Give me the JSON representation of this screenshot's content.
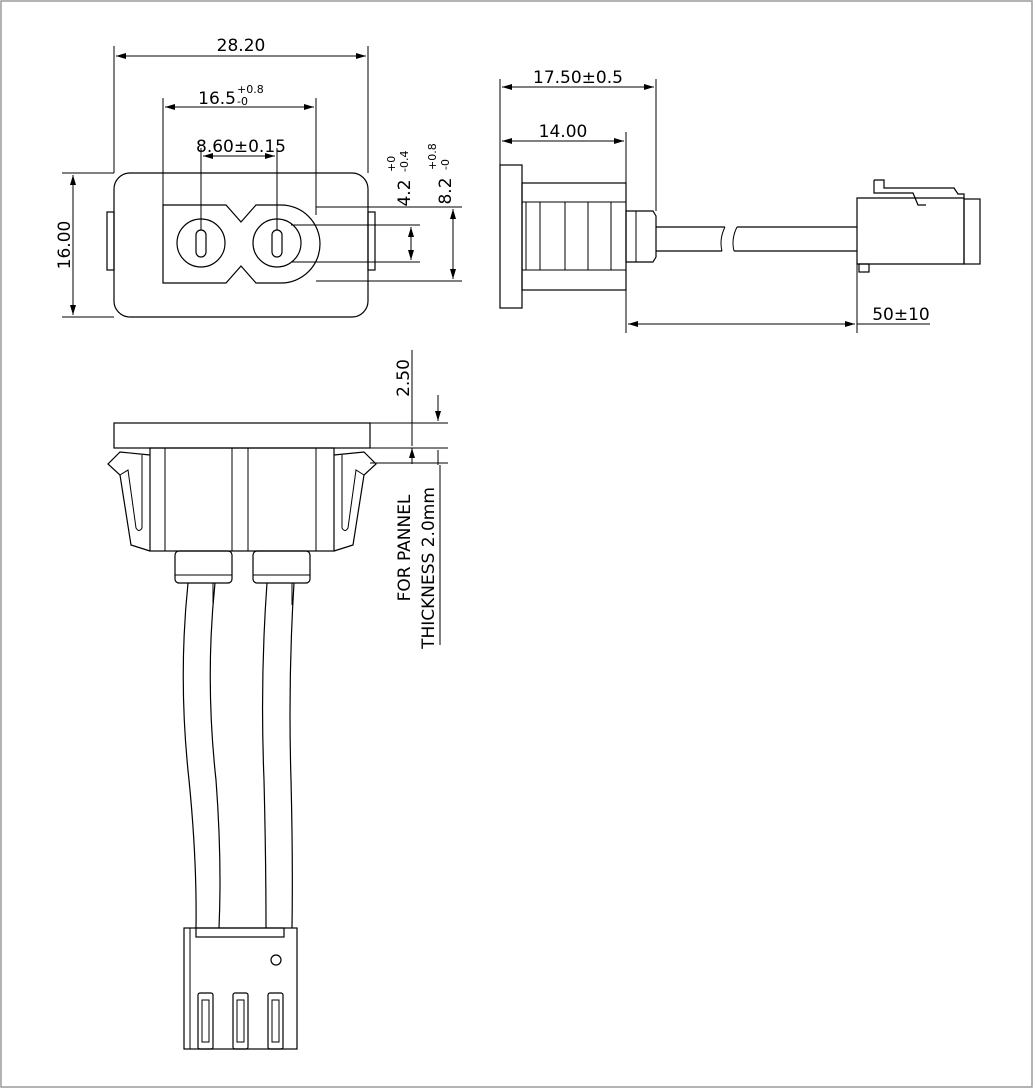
{
  "front_view": {
    "width_overall": "28.20",
    "width_inner_main": "16.5",
    "width_inner_tol_plus": "+0.8",
    "width_inner_tol_minus": "-0",
    "pin_pitch": "8.60±0.15",
    "height_overall": "16.00",
    "height_a_main": "4.2",
    "height_a_tol_plus": "+0",
    "height_a_tol_minus": "-0.4",
    "height_b_main": "8.2",
    "height_b_tol_plus": "+0.8",
    "height_b_tol_minus": "-0"
  },
  "side_view": {
    "length_overall": "17.50±0.5",
    "length_body": "14.00",
    "wire_length": "50±10"
  },
  "bottom_view": {
    "flange_thickness": "2.50",
    "note_line1": "FOR PANNEL",
    "note_line2": "THICKNESS 2.0mm"
  }
}
